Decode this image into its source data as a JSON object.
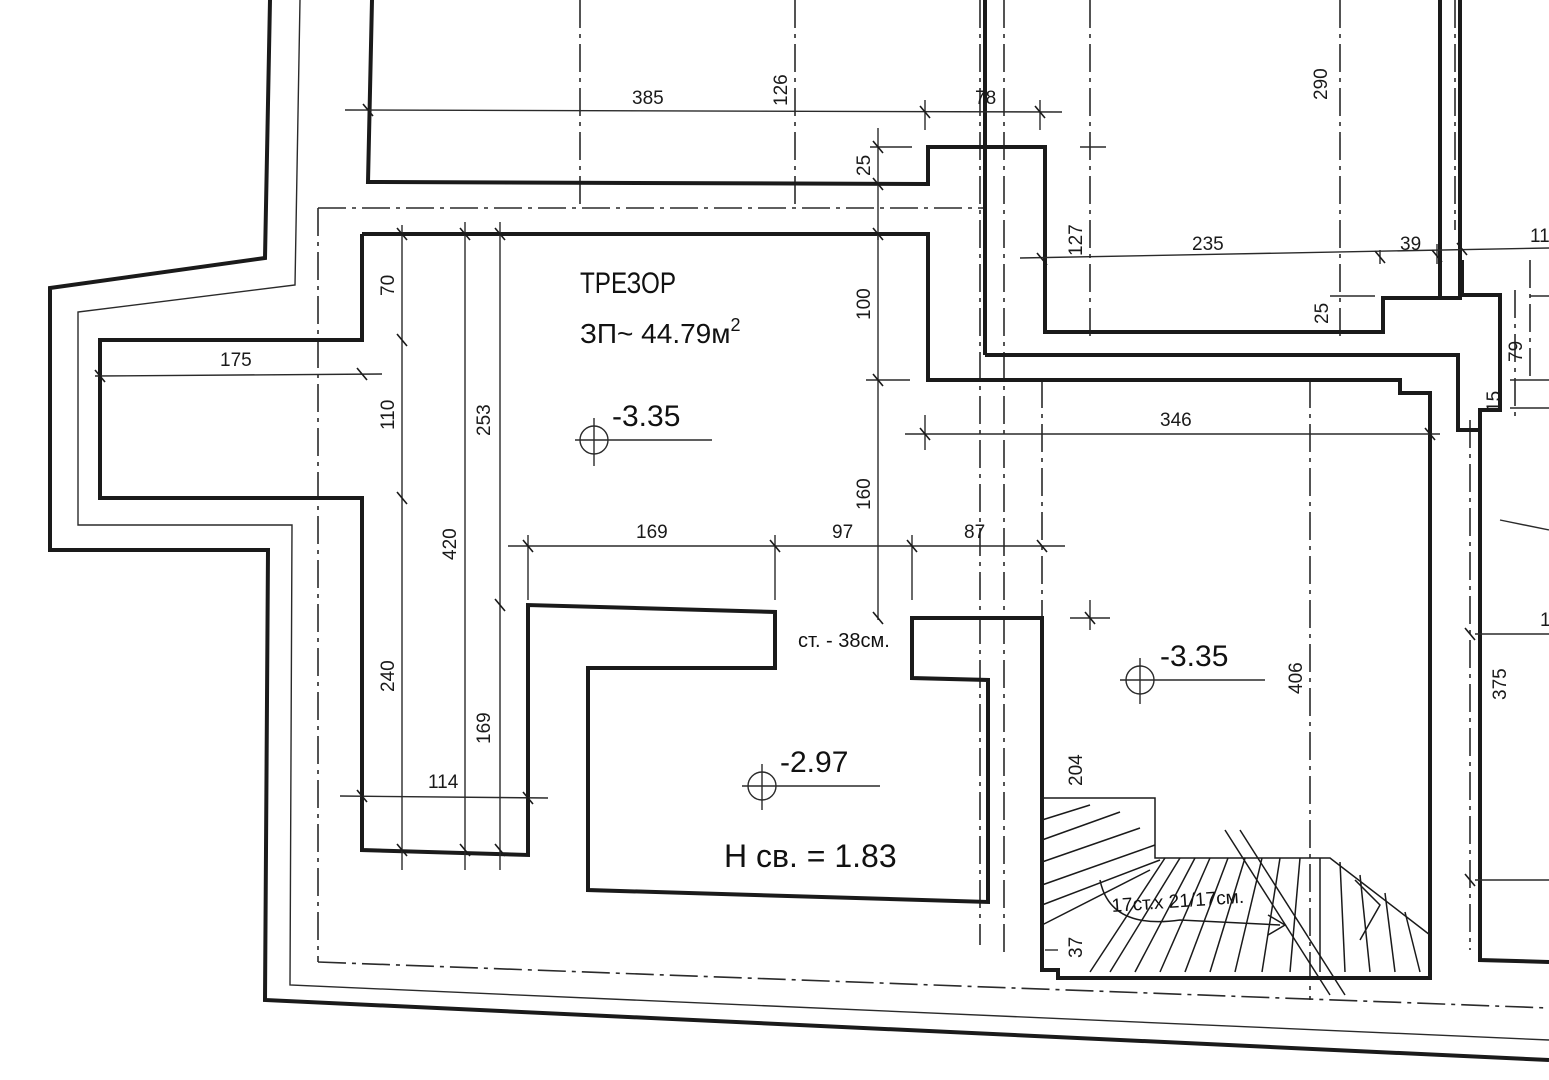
{
  "room": {
    "name": "ТРЕЗОР",
    "area": "ЗП~ 44.79м",
    "area_sup": "2"
  },
  "levels": {
    "vault": "-3.35",
    "right_room": "-3.35",
    "inner_room": "-2.97"
  },
  "notes": {
    "wall": "ст. - 38см.",
    "clear_height": "Н св. = 1.83",
    "stairs": "17ст.х 21/17см."
  },
  "dimensions": {
    "d385": "385",
    "d126": "126",
    "d78": "78",
    "d290": "290",
    "d25a": "25",
    "d127": "127",
    "d235": "235",
    "d39": "39",
    "d11x": "11",
    "d25b": "25",
    "d70": "70",
    "d175": "175",
    "d110": "110",
    "d253": "253",
    "d100": "100",
    "d79": "79",
    "d346": "346",
    "d15": "15",
    "d160": "160",
    "d420": "420",
    "d169a": "169",
    "d97": "97",
    "d87": "87",
    "d406": "406",
    "d375": "375",
    "d1r": "1",
    "d240": "240",
    "d169b": "169",
    "d114": "114",
    "d204": "204",
    "d37": "37"
  }
}
